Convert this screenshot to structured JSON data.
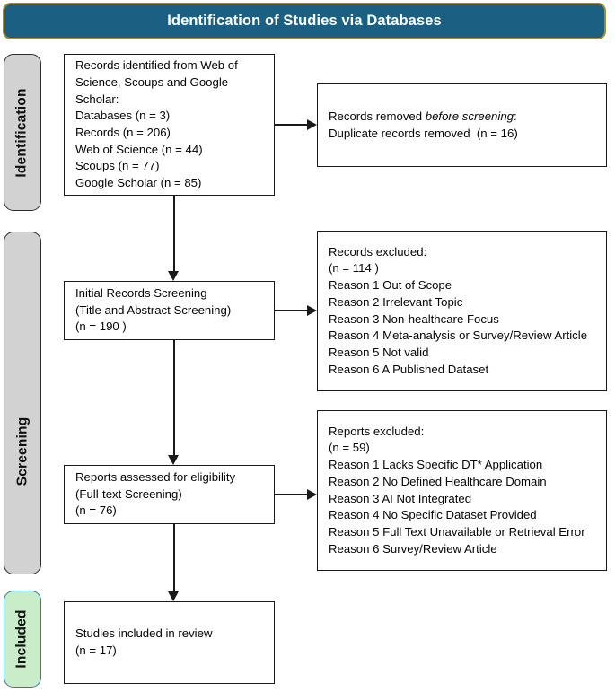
{
  "header": {
    "title": "Identification of Studies via Databases",
    "background_color": "#1b5f83",
    "border_color": "#a8882a",
    "text_color": "#ffffff"
  },
  "stages": [
    {
      "key": "identification",
      "label": "Identification",
      "background_color": "#d2d2d2",
      "border_color": "#2b2b2b"
    },
    {
      "key": "screening",
      "label": "Screening",
      "background_color": "#d2d2d2",
      "border_color": "#2b2b2b"
    },
    {
      "key": "included",
      "label": "Included",
      "background_color": "#c9ecc9",
      "border_color": "#2c7fa8"
    }
  ],
  "boxes": {
    "identified": {
      "lines": [
        "Records identified from Web of Science, Scoups and Google Scholar:",
        "Databases (n = 3)",
        "Records (n = 206)",
        "Web of Science (n = 44)",
        "Scoups (n = 77)",
        "Google Scholar (n = 85)"
      ]
    },
    "removed": {
      "line1_prefix": "Records removed ",
      "line1_italic": "before screening",
      "line1_suffix": ":",
      "line2": "Duplicate records removed  (n = 16)"
    },
    "initial_screening": {
      "lines": [
        "Initial Records Screening",
        "(Title and Abstract Screening)",
        "(n = 190 )"
      ]
    },
    "records_excluded": {
      "lines": [
        "Records excluded:",
        "(n = 114 )",
        "Reason 1 Out of Scope",
        "Reason 2 Irrelevant Topic",
        "Reason 3 Non-healthcare Focus",
        "Reason 4 Meta-analysis or Survey/Review Article",
        "Reason 5 Not valid",
        "Reason 6 A Published Dataset"
      ]
    },
    "eligibility": {
      "lines": [
        "Reports assessed for eligibility",
        "(Full-text Screening)",
        "(n = 76)"
      ]
    },
    "reports_excluded": {
      "lines": [
        "Reports excluded:",
        "(n = 59)",
        "Reason 1 Lacks Specific DT* Application",
        "Reason 2 No Defined Healthcare Domain",
        "Reason 3 AI Not Integrated",
        "Reason 4 No Specific Dataset Provided",
        "Reason 5 Full Text Unavailable or Retrieval Error",
        "Reason 6 Survey/Review Article"
      ]
    },
    "included": {
      "lines": [
        "Studies included in review",
        "(n = 17)"
      ]
    }
  }
}
